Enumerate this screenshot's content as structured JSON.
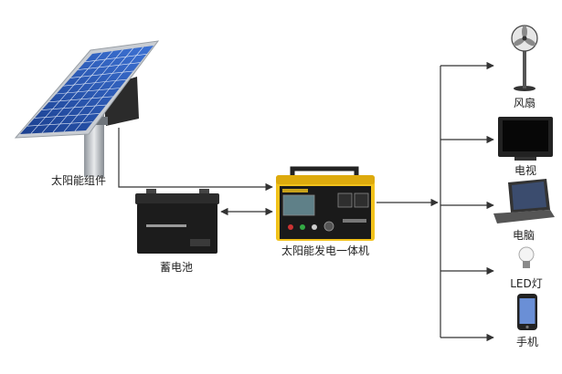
{
  "components": {
    "solar_panel": {
      "label": "太阳能组件",
      "icon": "solar-panel-icon"
    },
    "battery": {
      "label": "蓄电池",
      "icon": "battery-icon"
    },
    "inverter": {
      "label": "太阳能发电一体机",
      "icon": "inverter-unit-icon"
    }
  },
  "loads": [
    {
      "label": "风扇",
      "icon": "fan-icon"
    },
    {
      "label": "电视",
      "icon": "tv-icon"
    },
    {
      "label": "电脑",
      "icon": "laptop-icon"
    },
    {
      "label": "LED灯",
      "icon": "led-bulb-icon"
    },
    {
      "label": "手机",
      "icon": "phone-icon"
    }
  ],
  "colors": {
    "panel_cells": "#2a58b8",
    "inverter_body": "#f2c21b",
    "battery_body": "#1c1c1c",
    "connector_line": "#333333"
  }
}
